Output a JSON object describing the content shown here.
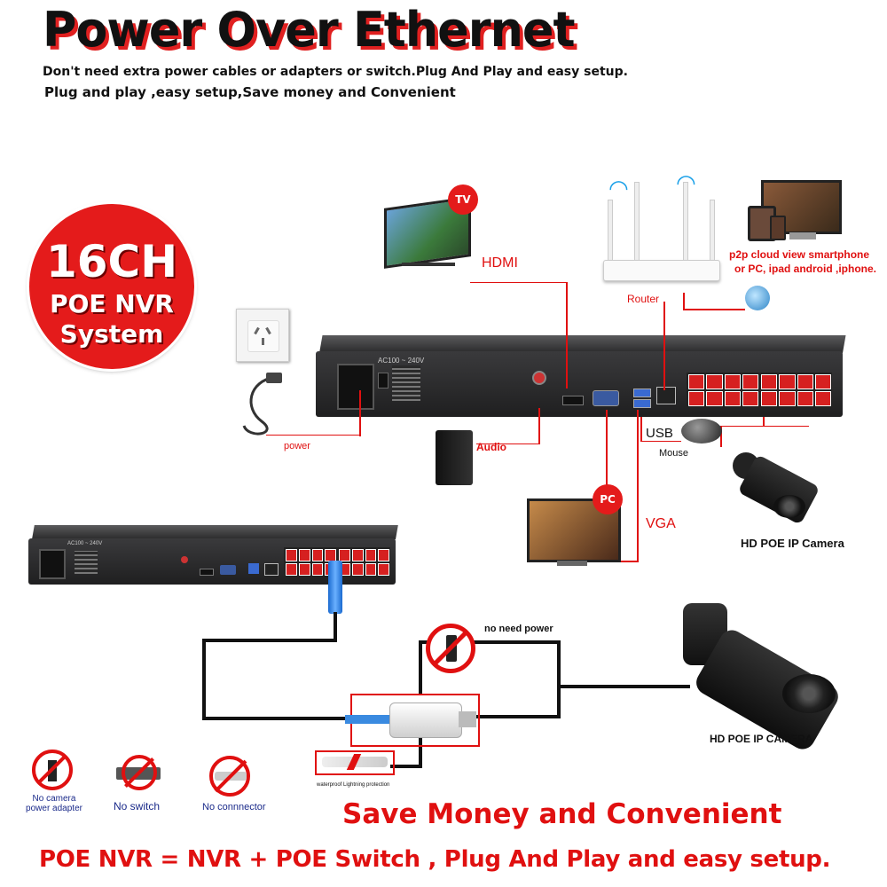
{
  "header": {
    "title": "Power Over Ethernet",
    "line1": "Don't need extra power cables or adapters or switch.Plug And Play and easy setup.",
    "line2": "Plug and play ,easy setup,Save money and Convenient"
  },
  "badge": {
    "line1": "16CH",
    "line2": "POE NVR",
    "line3": "System"
  },
  "diagram": {
    "tv_tag": "TV",
    "hdmi_label": "HDMI",
    "router_label": "Router",
    "cloud_line1": "p2p cloud  view smartphone",
    "cloud_line2": "or PC, ipad android ,iphone.",
    "nvr_power_text": "AC100 ~ 240V",
    "power_label": "power",
    "audio_label": "Audio",
    "usb_label": "USB",
    "mouse_label": "Mouse",
    "pc_tag": "PC",
    "vga_label": "VGA",
    "camera_label": "HD POE IP Camera",
    "nvr2_power_text": "AC100 ~ 240V",
    "no_power_label": "no need power",
    "waterproof_label": "waterproof Lightning protection",
    "camera2_label": "HD POE IP CAMERA"
  },
  "icons": [
    {
      "label": "No camera\npower adapter",
      "name": "no-adapter"
    },
    {
      "label": "No switch",
      "name": "no-switch"
    },
    {
      "label": "No connnector",
      "name": "no-connector"
    }
  ],
  "footer": {
    "line1": "Save Money and Convenient",
    "line2": "POE NVR = NVR + POE Switch , Plug And Play and easy setup."
  },
  "colors": {
    "accent": "#e01010",
    "port": "#d62020"
  }
}
